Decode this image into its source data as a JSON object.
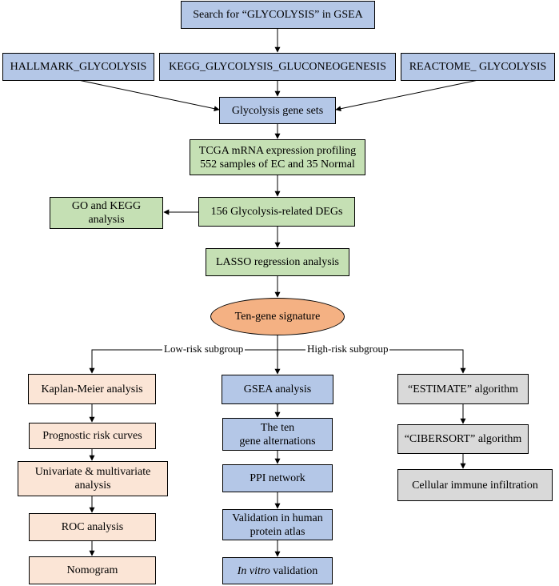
{
  "nodes": {
    "search": "Search for “GLYCOLYSIS” in GSEA",
    "hallmark": "HALLMARK_GLYCOLYSIS",
    "kegg": "KEGG_GLYCOLYSIS_GLUCONEOGENESIS",
    "reactome": "REACTOME_ GLYCOLYSIS",
    "genesets": "Glycolysis gene sets",
    "tcga_l1": "TCGA mRNA expression profiling",
    "tcga_l2": "552 samples of EC and 35 Normal",
    "degs": "156 Glycolysis-related DEGs",
    "gokegg_l1": "GO and KEGG",
    "gokegg_l2": "analysis",
    "lasso": "LASSO regression analysis",
    "signature": "Ten-gene signature",
    "km": "Kaplan-Meier analysis",
    "prog": "Prognostic risk curves",
    "uni_l1": "Univariate & multivariate",
    "uni_l2": "analysis",
    "roc": "ROC analysis",
    "nomo": "Nomogram",
    "gsea": "GSEA analysis",
    "ten_l1": "The ten",
    "ten_l2": "gene alternations",
    "ppi": "PPI network",
    "hpa_l1": "Validation in human",
    "hpa_l2": "protein atlas",
    "invitro_italic": "In vitro",
    "invitro_rest": " validation",
    "estimate": "“ESTIMATE” algorithm",
    "cibersort": "“CIBERSORT” algorithm",
    "immune": "Cellular immune infiltration"
  },
  "branch_labels": {
    "low": "Low-risk subgroup",
    "high": "High-risk subgroup"
  },
  "colors": {
    "blue": "#b4c7e7",
    "green": "#c5e0b4",
    "peach": "#fbe5d6",
    "grey": "#d9d9d9",
    "oval": "#f4b183"
  }
}
